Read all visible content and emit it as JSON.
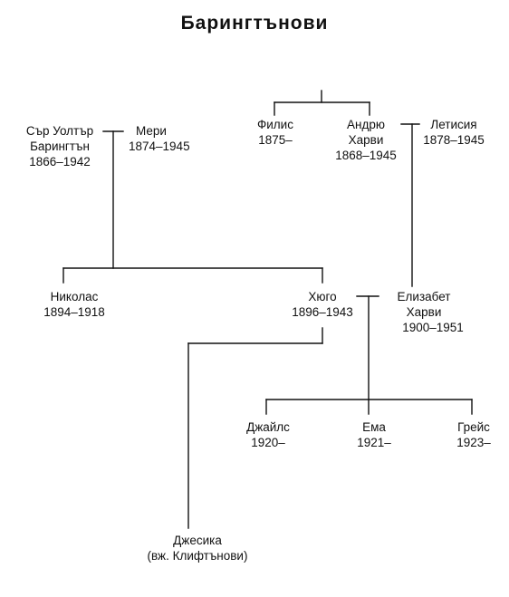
{
  "title": "Барингтънови",
  "people": {
    "walter": {
      "name_line1": "Сър Уолтър",
      "name_line2": "Барингтън",
      "years": "1866–1942"
    },
    "mary": {
      "name": "Мери",
      "years": "1874–1945"
    },
    "phyllis": {
      "name": "Филис",
      "years": "1875–"
    },
    "andrew": {
      "name_line1": "Андрю",
      "name_line2": "Харви",
      "years": "1868–1945"
    },
    "letitia": {
      "name": "Летисия",
      "years": "1878–1945"
    },
    "nicholas": {
      "name": "Николас",
      "years": "1894–1918"
    },
    "hugo": {
      "name": "Хюго",
      "years": "1896–1943"
    },
    "elizabeth": {
      "name_line1": "Елизабет",
      "name_line2": "Харви",
      "years": "1900–1951"
    },
    "giles": {
      "name": "Джайлс",
      "years": "1920–"
    },
    "emma": {
      "name": "Ема",
      "years": "1921–"
    },
    "grace": {
      "name": "Грейс",
      "years": "1923–"
    },
    "jessica": {
      "name": "Джесика",
      "note": "(вж. Клифтънови)"
    }
  }
}
